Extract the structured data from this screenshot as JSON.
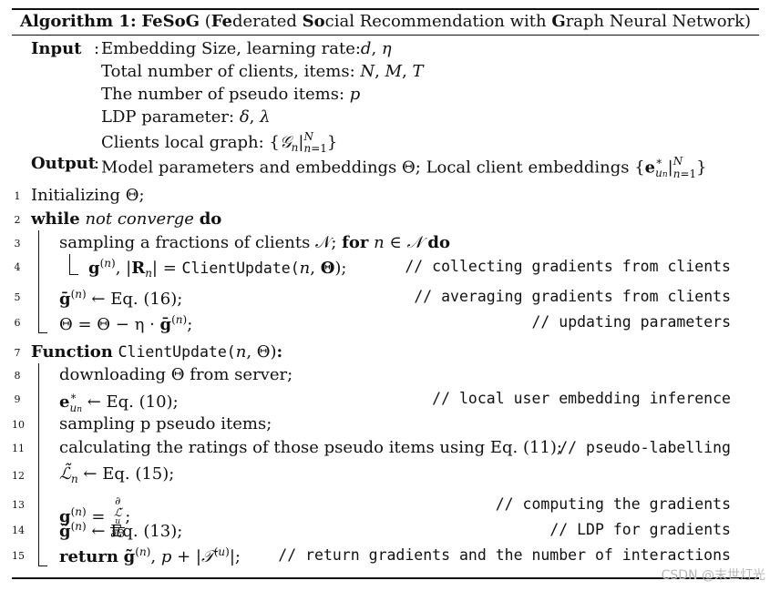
{
  "algorithm": {
    "label": "Algorithm 1:",
    "name": "FeSoG",
    "fullname_open": "(",
    "fullname_parts": [
      "Fe",
      "derated ",
      "So",
      "cial Recommendation with ",
      "G",
      "raph Neural Network)"
    ]
  },
  "io": {
    "input_label": "Input",
    "input_colon": ":",
    "inputs": [
      "Embedding Size, learning rate:",
      "Total number of clients, items: ",
      "The number of pseudo items: ",
      "LDP parameter: ",
      "Clients local graph: "
    ],
    "output_label": "Output",
    "output_colon": ":",
    "output_text": "Model parameters and embeddings Θ; Local client embeddings "
  },
  "lines": [
    {
      "num": "1",
      "text": "Initializing Θ;"
    },
    {
      "num": "2",
      "kw": "while",
      "cond": "not converge",
      "kw2": "do"
    },
    {
      "num": "3",
      "text": "sampling a fractions of clients 𝒩; ",
      "kw": "for",
      "cond": "n ∈ 𝒩",
      "kw2": "do"
    },
    {
      "num": "4",
      "code": "ClientUpdate(",
      "comment": "// collecting gradients from clients"
    },
    {
      "num": "5",
      "text": " ← Eq. (16);",
      "comment": "// averaging gradients from clients"
    },
    {
      "num": "6",
      "text": "Θ = Θ − η · ",
      "comment": "// updating parameters"
    },
    {
      "num": "7",
      "kw": "Function",
      "code": "ClientUpdate("
    },
    {
      "num": "8",
      "text": "downloading Θ from server;"
    },
    {
      "num": "9",
      "text": " ← Eq. (10);",
      "comment": "// local user embedding inference"
    },
    {
      "num": "10",
      "text": "sampling p pseudo items;"
    },
    {
      "num": "11",
      "text": "calculating the ratings of those pseudo items using Eq. (11);",
      "comment": "// pseudo-labelling"
    },
    {
      "num": "12",
      "text": " ← Eq. (15);"
    },
    {
      "num": "13",
      "text": ";",
      "comment": "// computing the gradients"
    },
    {
      "num": "14",
      "text": " ← Eq. (13);",
      "comment": "// LDP for gradients"
    },
    {
      "num": "15",
      "kw": "return",
      "comment": "// return gradients and the number of interactions"
    }
  ],
  "watermark": "CSDN @末世灯光"
}
